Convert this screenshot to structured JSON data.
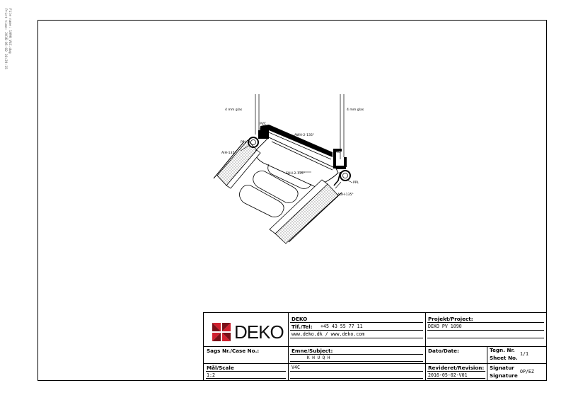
{
  "print_info": {
    "line1": "Print time: 2016-05-02 10:29:15",
    "line2": "File name: 1090_V4C.dwg"
  },
  "drawing": {
    "labels": {
      "glass_left": "4 mm glas",
      "glass_right": "4 mm glas",
      "pvc_left": "PVC",
      "pvc_right": "PVC",
      "p_left": "P",
      "p_right": "P",
      "ppl_left": "PPL",
      "ppl_right": "PPL",
      "aih": "AIH-135°",
      "awh": "AWH-2-135°",
      "shh": "SHH-2-135°",
      "auh": "AUH-135°"
    }
  },
  "title_block": {
    "logo_text": "DEKO",
    "company": {
      "name": "DEKO",
      "phone_label": "Tlf./Tel:",
      "phone": "+45 43 55 77 11",
      "web": "www.deko.dk / www.deko.com"
    },
    "project": {
      "label": "Projekt/Project:",
      "value": "DEKO PV 1090"
    },
    "case": {
      "label": "Sags Nr./Case No.:",
      "value": ""
    },
    "subject": {
      "label": "Emne/Subject:",
      "value": "K H U Q H"
    },
    "date": {
      "label": "Dato/Date:",
      "value": ""
    },
    "sheet": {
      "label1": "Tegn. Nr.",
      "label2": "Sheet No.",
      "value": "1/1"
    },
    "scale": {
      "label": "Mål/Scale",
      "value": "1:2"
    },
    "variant": {
      "value": "V4C"
    },
    "revision": {
      "label": "Revideret/Revision:",
      "value": "2016-05-02-V01"
    },
    "signature": {
      "label1": "Signatur",
      "label2": "Signature",
      "value": "OP/EZ"
    }
  },
  "colors": {
    "ink": "#000000",
    "logo_red": "#d0202e",
    "paper": "#ffffff"
  }
}
